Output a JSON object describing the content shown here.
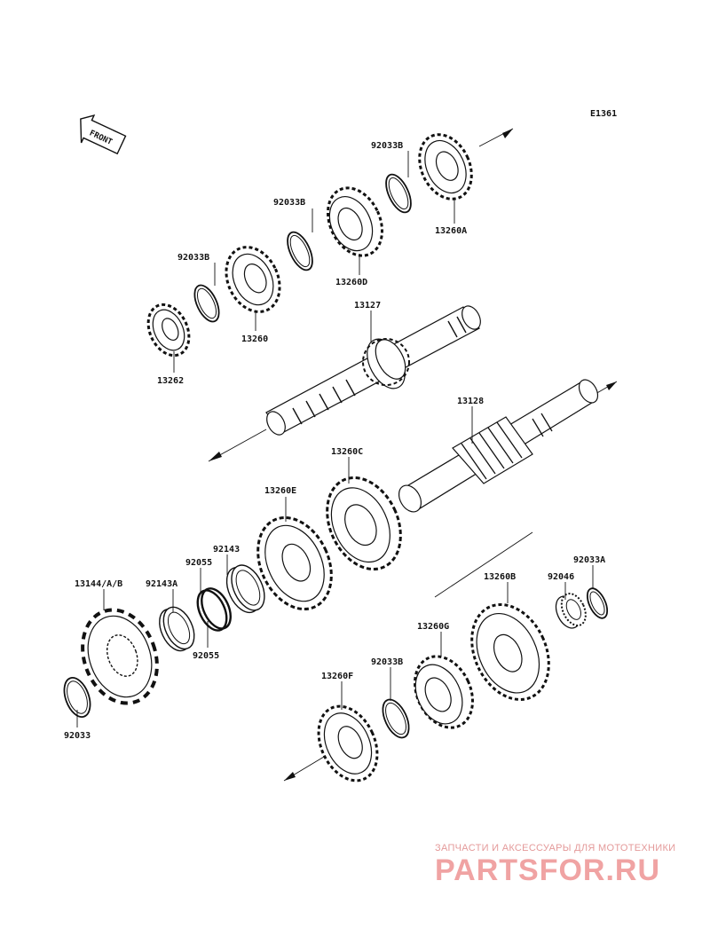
{
  "diagram": {
    "code": "E1361",
    "front_label": "FRONT",
    "parts": {
      "p13260A": "13260A",
      "p92033B_1": "92033B",
      "p13260D": "13260D",
      "p92033B_2": "92033B",
      "p13260": "13260",
      "p92033B_3": "92033B",
      "p13262": "13262",
      "p13127": "13127",
      "p13128": "13128",
      "p13260C": "13260C",
      "p13260E": "13260E",
      "p92143": "92143",
      "p92055a": "92055",
      "p92055b": "92055",
      "p92143A": "92143A",
      "p13144": "13144/A/B",
      "p92033": "92033",
      "p13260B": "13260B",
      "p92046": "92046",
      "p92033A": "92033A",
      "p13260G": "13260G",
      "p92033B_4": "92033B",
      "p13260F": "13260F"
    }
  },
  "watermark": {
    "tagline": "ЗАПЧАСТИ И АКСЕССУАРЫ ДЛЯ МОТОТЕХНИКИ",
    "brand": "PARTSFOR.RU"
  }
}
